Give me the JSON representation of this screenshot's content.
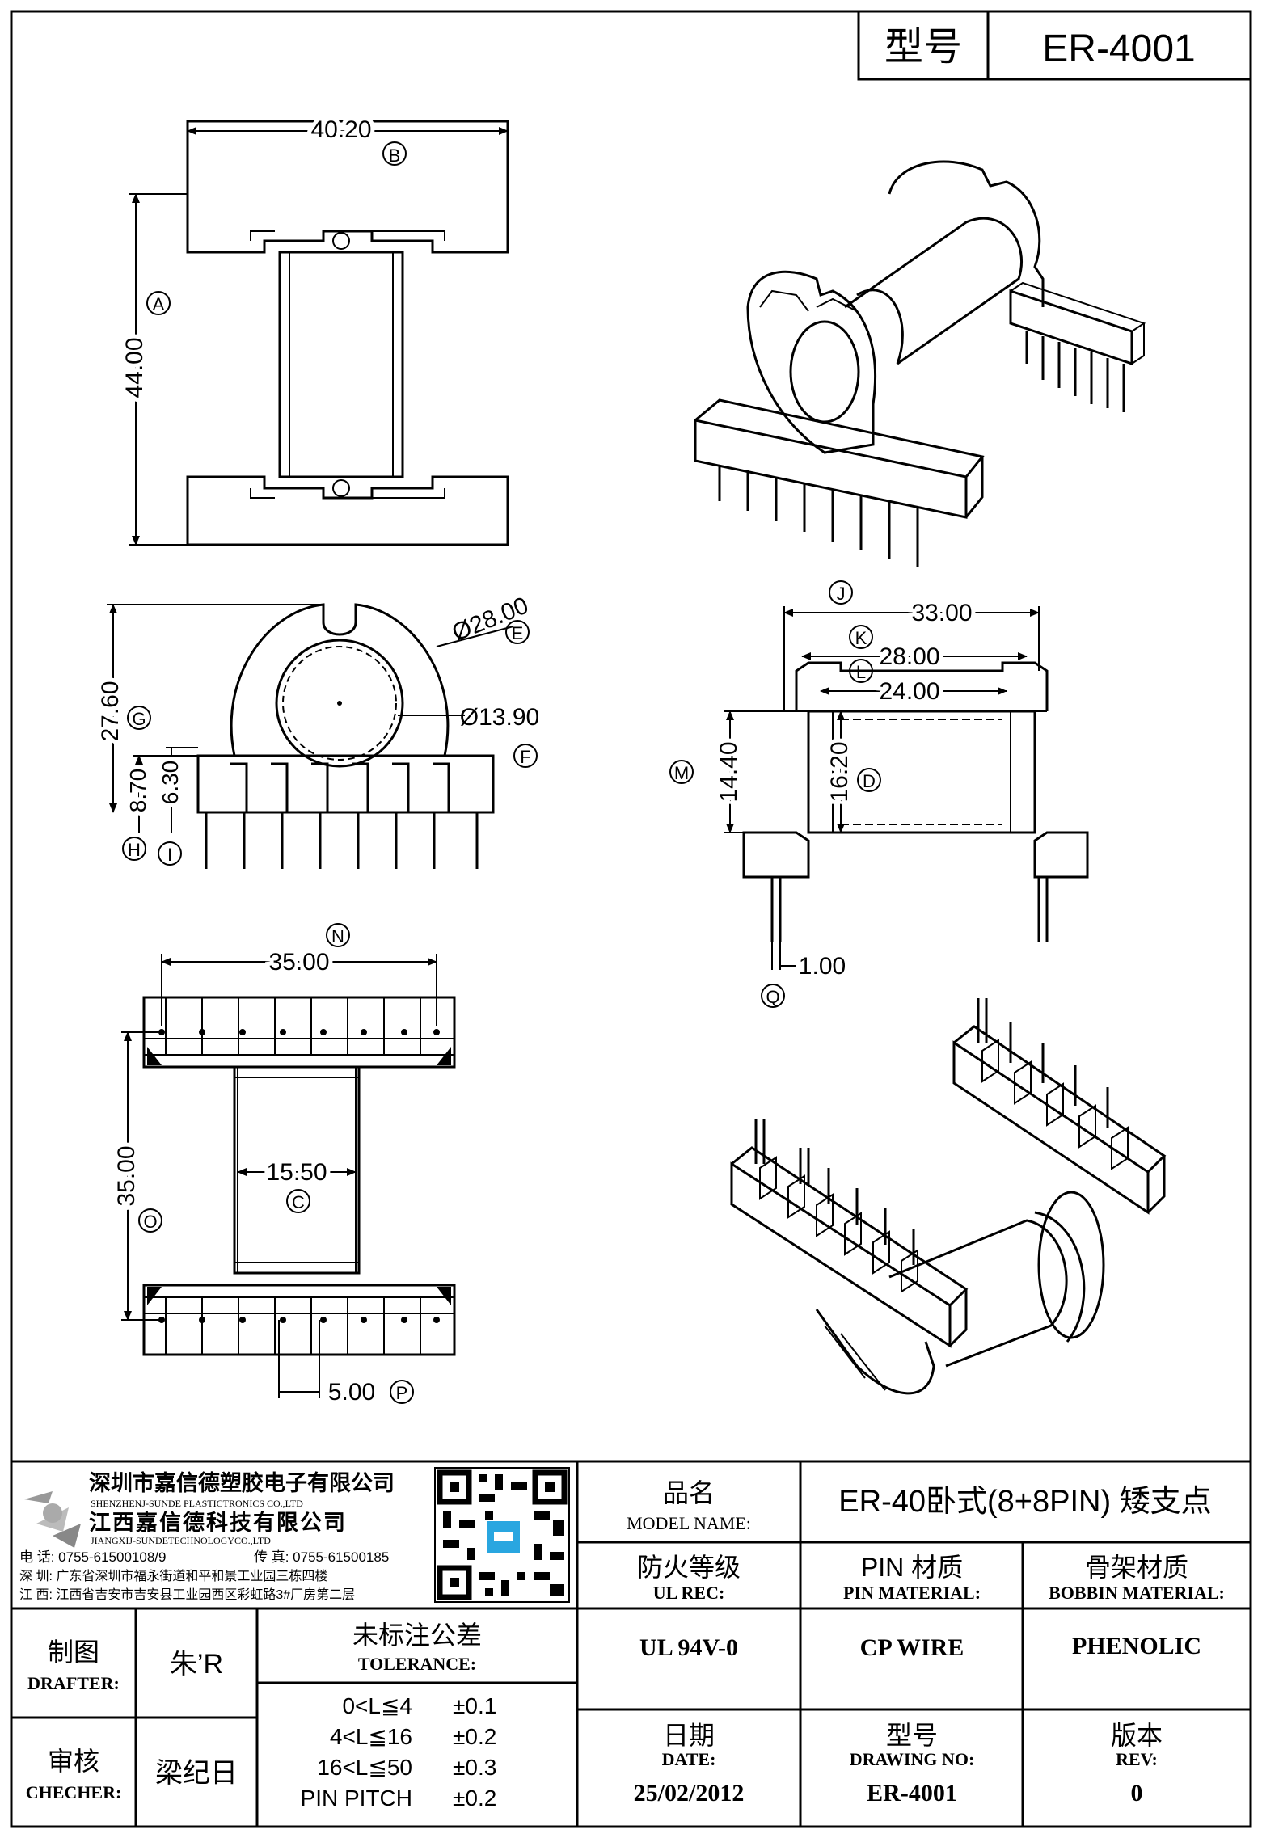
{
  "title_box": {
    "model_label": "型号",
    "model_value": "ER-4001"
  },
  "dims": {
    "A": {
      "letter": "A",
      "value": "44.00"
    },
    "B": {
      "letter": "B",
      "value": "40.20"
    },
    "C": {
      "letter": "C",
      "value": "15.50"
    },
    "D": {
      "letter": "D",
      "value": "16.20"
    },
    "E": {
      "letter": "E",
      "value": "Ø28.00"
    },
    "F": {
      "letter": "F",
      "value": "Ø13.90"
    },
    "G": {
      "letter": "G",
      "value": "27.60"
    },
    "H": {
      "letter": "H",
      "value": "8.70"
    },
    "I": {
      "letter": "I",
      "value": "6.30"
    },
    "J": {
      "letter": "J",
      "value": "33.00"
    },
    "K": {
      "letter": "K",
      "value": "28.00"
    },
    "L": {
      "letter": "L",
      "value": "24.00"
    },
    "M": {
      "letter": "M",
      "value": "14.40"
    },
    "N": {
      "letter": "N",
      "value": "35.00"
    },
    "O": {
      "letter": "O",
      "value": "35.00"
    },
    "P": {
      "letter": "P",
      "value": "5.00"
    },
    "Q": {
      "letter": "Q",
      "value": "1.00"
    }
  },
  "company": {
    "name_sz": "深圳市嘉信德塑胶电子有限公司",
    "name_sz_en": "SHENZHENJ-SUNDE PLASTICTRONICS CO.,LTD",
    "name_jx": "江西嘉信德科技有限公司",
    "name_jx_en": "JIANGXIJ-SUNDETECHNOLOGYCO.,LTD",
    "phone": "电 话: 0755-61500108/9",
    "fax": "传 真: 0755-61500185",
    "addr_sz": "深 圳: 广东省深圳市福永街道和平和景工业园三栋四楼",
    "addr_jx": "江 西: 江西省吉安市吉安县工业园西区彩虹路3#厂房第二层"
  },
  "info": {
    "product_name_label": "品名",
    "product_name_label_en": "MODEL NAME:",
    "product_name_value": "ER-40卧式(8+8PIN) 矮支点",
    "ul_label": "防火等级",
    "ul_label_en": "UL REC:",
    "pin_label": "PIN 材质",
    "pin_label_en": "PIN MATERIAL:",
    "bobbin_label": "骨架材质",
    "bobbin_label_en": "BOBBIN MATERIAL:",
    "ul_value": "UL 94V-0",
    "pin_value": "CP WIRE",
    "bobbin_value": "PHENOLIC",
    "date_label": "日期",
    "date_label_en": "DATE:",
    "drawing_no_label": "型号",
    "drawing_no_label_en": "DRAWING NO:",
    "rev_label": "版本",
    "rev_label_en": "REV:",
    "date_value": "25/02/2012",
    "drawing_no_value": "ER-4001",
    "rev_value": "0"
  },
  "sign": {
    "drafter_label": "制图",
    "drafter_label_en": "DRAFTER:",
    "drafter_value": "朱’R",
    "checker_label": "审核",
    "checker_label_en": "CHECHER:",
    "checker_value": "梁纪日"
  },
  "tolerance": {
    "label": "未标注公差",
    "label_en": "TOLERANCE:",
    "rows": [
      {
        "range": "0<L≦4",
        "tol": "±0.1"
      },
      {
        "range": "4<L≦16",
        "tol": "±0.2"
      },
      {
        "range": "16<L≦50",
        "tol": "±0.3"
      },
      {
        "range": "PIN PITCH",
        "tol": "±0.2"
      }
    ]
  }
}
